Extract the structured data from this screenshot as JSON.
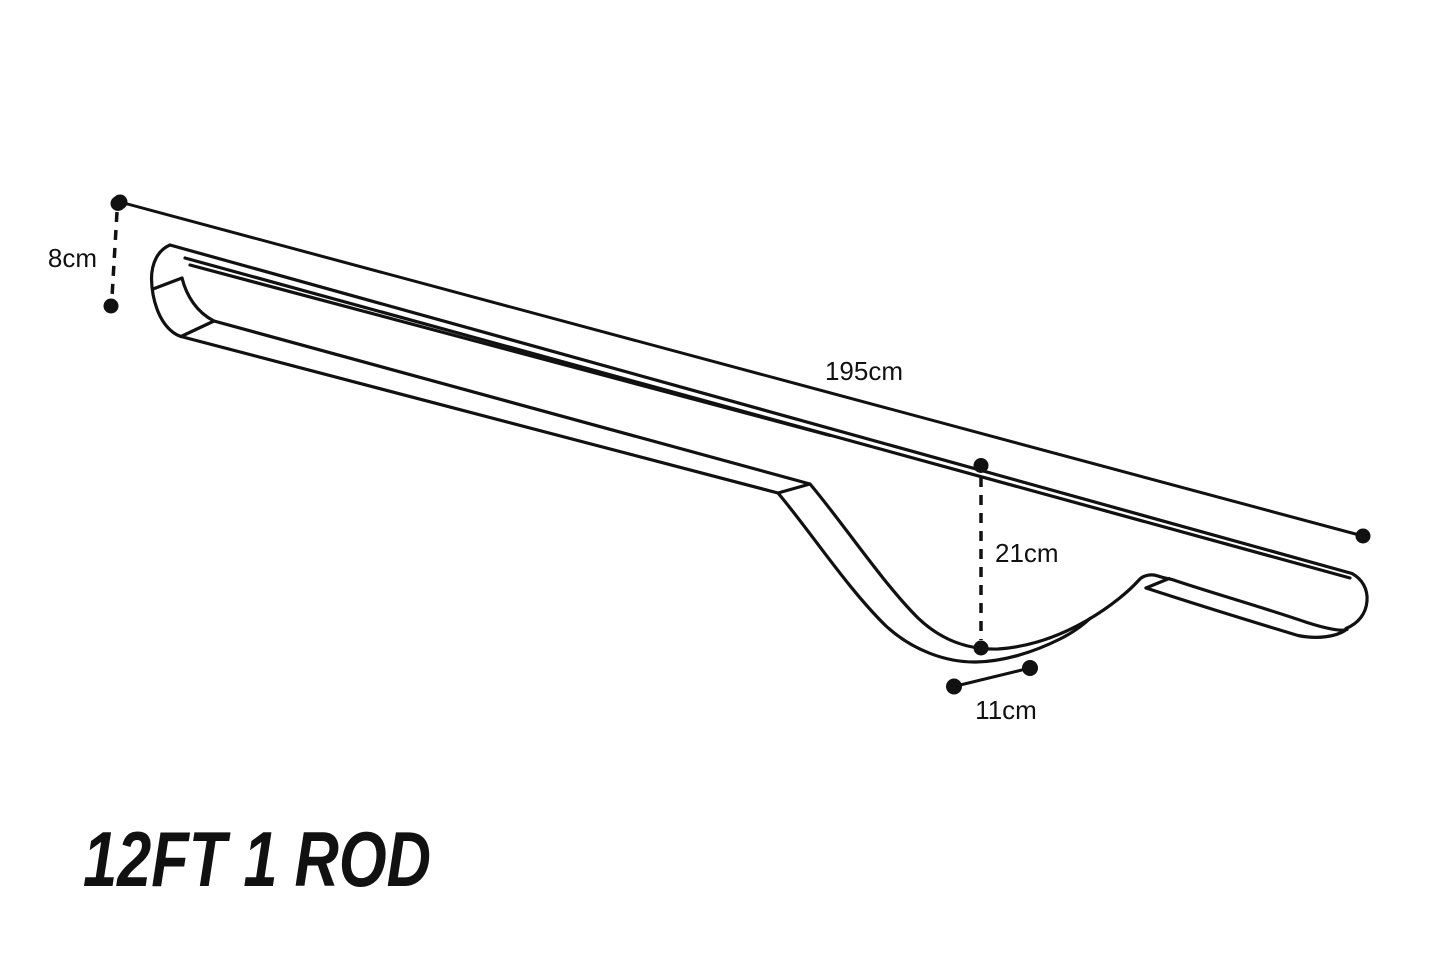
{
  "page": {
    "background_color": "#ffffff",
    "ink_color": "#111111"
  },
  "title": {
    "label": "12FT 1 ROD"
  },
  "dimensions": {
    "length": {
      "label": "195cm"
    },
    "height": {
      "label": "8cm"
    },
    "drop": {
      "label": "21cm"
    },
    "base": {
      "label": "11cm"
    }
  }
}
